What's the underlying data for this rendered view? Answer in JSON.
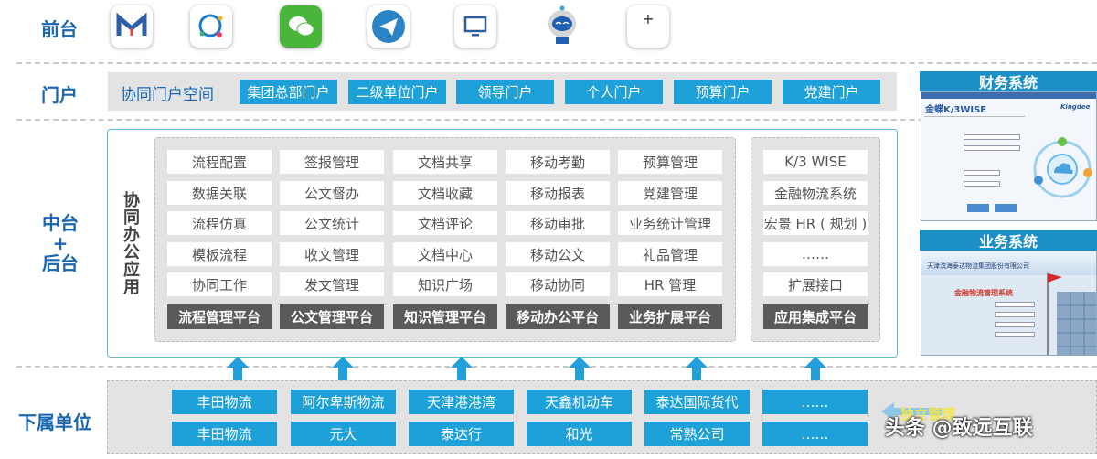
{
  "labels": {
    "front": "前台",
    "portal": "门户",
    "middle_line1": "中台",
    "middle_plus": "+",
    "middle_line2": "后台",
    "subsidiary": "下属单位"
  },
  "front_icons": [
    {
      "name": "m-logo-app-icon",
      "symbol": "M"
    },
    {
      "name": "chat-bubble-app-icon",
      "symbol": ""
    },
    {
      "name": "wechat-app-icon",
      "symbol": ""
    },
    {
      "name": "paper-plane-app-icon",
      "symbol": ""
    },
    {
      "name": "computer-monitor-app-icon",
      "symbol": ""
    },
    {
      "name": "robot-app-icon",
      "symbol": ""
    },
    {
      "name": "plus-app-icon",
      "symbol": "+"
    }
  ],
  "portal": {
    "title": "协同门户空间",
    "buttons": [
      "集团总部门户",
      "二级单位门户",
      "领导门户",
      "个人门户",
      "预算门户",
      "党建门户"
    ]
  },
  "middle": {
    "vertical_title": "协同办公应用",
    "columns": [
      {
        "items": [
          "流程配置",
          "数据关联",
          "流程仿真",
          "模板流程",
          "协同工作"
        ],
        "platform": "流程管理平台"
      },
      {
        "items": [
          "签报管理",
          "公文督办",
          "公文统计",
          "收文管理",
          "发文管理"
        ],
        "platform": "公文管理平台"
      },
      {
        "items": [
          "文档共享",
          "文档收藏",
          "文档评论",
          "文档中心",
          "知识广场"
        ],
        "platform": "知识管理平台"
      },
      {
        "items": [
          "移动考勤",
          "移动报表",
          "移动审批",
          "移动公文",
          "移动协同"
        ],
        "platform": "移动办公平台"
      },
      {
        "items": [
          "预算管理",
          "党建管理",
          "业务统计管理",
          "礼品管理",
          "HR 管理"
        ],
        "platform": "业务扩展平台"
      }
    ],
    "integration": {
      "items": [
        "K/3 WISE",
        "金融物流系统",
        "宏景 HR ( 规划 )",
        "……",
        "扩展接口"
      ],
      "platform": "应用集成平台"
    }
  },
  "subsidiaries": {
    "row1": [
      "丰田物流",
      "阿尔卑斯物流",
      "天津港港湾",
      "天鑫机动车",
      "泰达国际货代",
      "……"
    ],
    "row2": [
      "丰田物流",
      "元大",
      "泰达行",
      "和光",
      "常熟公司",
      "……"
    ],
    "side_label": "独立管理"
  },
  "finance": {
    "title": "财务系统",
    "logo": "金蝶K/3WISE",
    "brand": "Kingdee"
  },
  "business": {
    "title": "业务系统",
    "banner": "天津滨海泰达物流集团股份有限公司",
    "system_name": "金融物流管理系统"
  },
  "watermark": "头条 @致远互联",
  "colors": {
    "accent_blue": "#1ea1d9",
    "label_blue": "#1a67b1",
    "platform_gray": "#5a5a5a",
    "panel_gray": "#e3e3e3"
  }
}
